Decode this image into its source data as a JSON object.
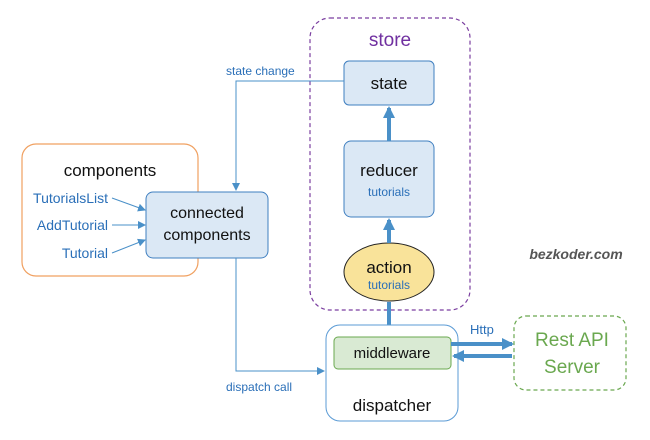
{
  "store": {
    "title": "store"
  },
  "state": {
    "label": "state"
  },
  "reducer": {
    "label": "reducer",
    "sublabel": "tutorials"
  },
  "action": {
    "label": "action",
    "sublabel": "tutorials"
  },
  "components": {
    "title": "components",
    "items": [
      "TutorialsList",
      "AddTutorial",
      "Tutorial"
    ]
  },
  "connected": {
    "line1": "connected",
    "line2": "components"
  },
  "dispatcher": {
    "label": "dispatcher"
  },
  "middleware": {
    "label": "middleware"
  },
  "rest_api": {
    "line1": "Rest API",
    "line2": "Server"
  },
  "edges": {
    "state_change": "state change",
    "dispatch_call": "dispatch call",
    "http": "Http"
  },
  "watermark": "bezkoder.com",
  "colors": {
    "blue_arrow": "#4a90c8",
    "store_border": "#7b3fa0",
    "store_title": "#7030a0",
    "box_fill": "#dbe8f5",
    "box_border": "#3f7fc0",
    "components_border": "#f0a060",
    "action_fill": "#f9e39a",
    "middleware_fill": "#d9ead3",
    "middleware_border": "#6aa84f",
    "rest_api": "#6aa84f",
    "dispatcher_border": "#5b9bd5",
    "sub_text": "#2a6fb8"
  }
}
